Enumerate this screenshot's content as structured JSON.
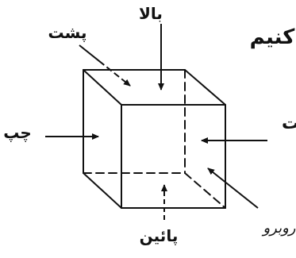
{
  "labels": {
    "top": "بالا",
    "back": "پشت",
    "left": "چپ",
    "bottom": "پائین",
    "front": "روبرو",
    "corner_fragment": "کنیم",
    "right_fragment": "ت"
  },
  "colors": {
    "ink": "#111111",
    "background": "#ffffff"
  }
}
